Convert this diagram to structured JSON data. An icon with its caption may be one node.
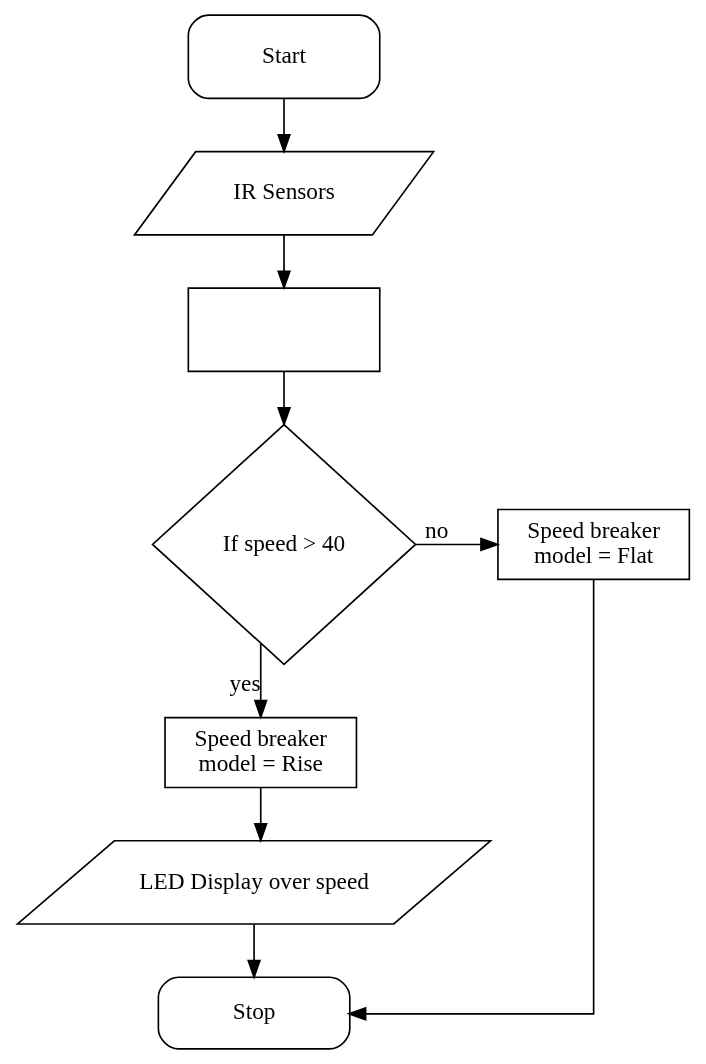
{
  "diagram": {
    "nodes": [
      {
        "text": [
          "Start"
        ]
      },
      {
        "text": [
          "IR Sensors"
        ]
      },
      {
        "text": [],
        "shape": "box"
      },
      {
        "text": [
          "If speed > 40"
        ]
      },
      {
        "text": [
          "Speed breaker model = Flat"
        ]
      },
      {
        "text": [
          "Speed breaker model = Rise"
        ]
      },
      {
        "text": [
          "LED Display over speed"
        ]
      },
      {
        "text": [
          "Stop"
        ]
      }
    ],
    "edges": [
      {
        "from": 0,
        "to": 1,
        "arrow": "to"
      },
      {
        "from": 1,
        "to": 2,
        "arrow": "to"
      },
      {
        "from": 2,
        "to": 3,
        "arrow": "to"
      },
      {
        "from": 3,
        "to": 4,
        "arrow": "to",
        "label": "no"
      },
      {
        "from": 3,
        "to": 5,
        "arrow": "to",
        "label": "yes"
      },
      {
        "from": 5,
        "to": 6,
        "arrow": "to"
      },
      {
        "from": 6,
        "to": 7,
        "arrow": "to"
      },
      {
        "from": 4,
        "to": 7,
        "arrow": "to"
      }
    ]
  }
}
